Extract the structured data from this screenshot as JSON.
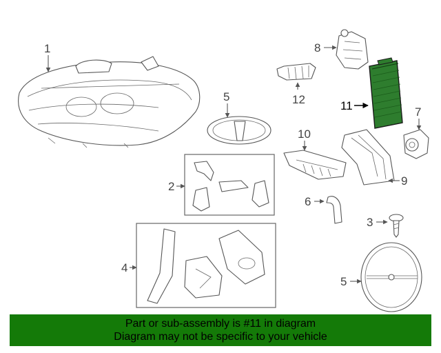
{
  "diagram": {
    "callouts": {
      "c1": "1",
      "c2": "2",
      "c3": "3",
      "c4": "4",
      "c5a": "5",
      "c5b": "5",
      "c6": "6",
      "c7": "7",
      "c8": "8",
      "c9": "9",
      "c10": "10",
      "c11": "11",
      "c12": "12"
    },
    "highlight_color": "#2e7d2e"
  },
  "banner": {
    "line1": "Part or sub-assembly is #11 in diagram",
    "line2": "Diagram may not be specific to your vehicle",
    "background": "#147a08"
  }
}
